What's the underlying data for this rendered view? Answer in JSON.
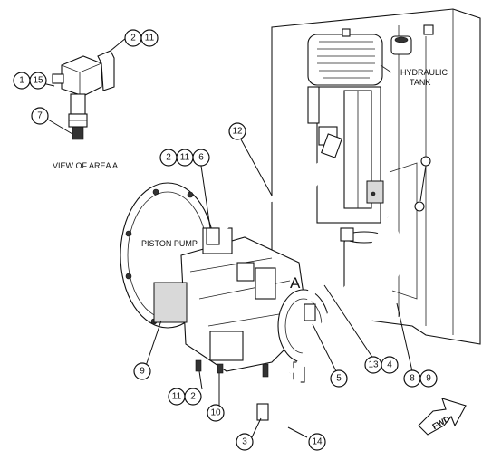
{
  "labels": {
    "view_of_area": "VIEW OF AREA A",
    "hydraulic_tank_line1": "HYDRAULIC",
    "hydraulic_tank_line2": "TANK",
    "piston_pump": "PISTON PUMP",
    "area_marker": "A",
    "fwd": "FWD"
  },
  "callouts": {
    "c1": "1",
    "c15": "15",
    "c7": "7",
    "c2_top": "2",
    "c11_top": "11",
    "c12": "12",
    "c2_mid": "2",
    "c11_mid": "11",
    "c6": "6",
    "c9_left": "9",
    "c11_bot": "11",
    "c2_bot": "2",
    "c10": "10",
    "c3": "3",
    "c14": "14",
    "c5": "5",
    "c13": "13",
    "c4": "4",
    "c8": "8",
    "c9_right": "9"
  }
}
